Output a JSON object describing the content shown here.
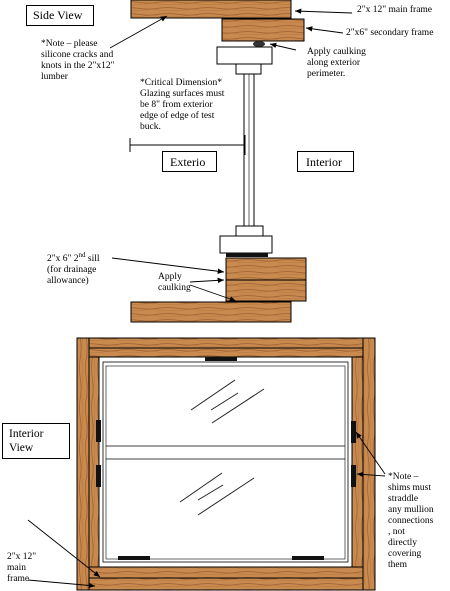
{
  "labels": {
    "side_view": "Side View",
    "interior_view": "Interior\nView",
    "exterior": "Exterio",
    "interior": "Interior",
    "main_frame": "2\"x 12\" main frame",
    "secondary_frame": "2\"x6\" secondary frame",
    "apply_caulking_perimeter": "Apply caulking\nalong exterior\nperimeter.",
    "note_silicone": "*Note – please\nsilicone cracks and\nknots in the 2\"x12\"\nlumber",
    "critical_dimension": "*Critical Dimension*\nGlazing surfaces must\nbe 8\" from exterior\nedge of edge of test\nbuck.",
    "second_sill": "2\"x 6\" 2nd sill\n(for drainage\nallowance)",
    "apply_caulking": "Apply\ncaulking",
    "note_shims": "*Note –\nshims must\nstraddle\nany mullion\nconnections\n, not\ndirectly\ncovering\nthem",
    "main_frame_bottom": "2\"x 12\"\nmain\nframe"
  },
  "colors": {
    "wood": "#c98a4f",
    "wood_dark": "#8a5426",
    "wood_grain": "#a8683a",
    "glass_line": "#222222",
    "shim": "#111111"
  }
}
